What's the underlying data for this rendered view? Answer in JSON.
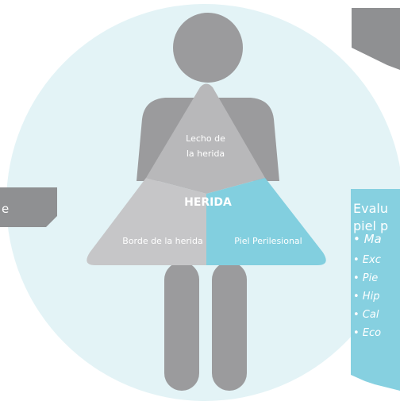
{
  "colors": {
    "background_circle": "#e3f3f6",
    "figure_gray": "#9b9b9d",
    "triangle_top": "#b8b8ba",
    "triangle_left": "#c6c6c8",
    "triangle_right": "#82cfdf",
    "callout_gray": "#8f9092",
    "callout_blue": "#86d0e0"
  },
  "diagram": {
    "lecho_line1": "Lecho de",
    "lecho_line2": "la herida",
    "center_label": "HERIDA",
    "borde_label": "Borde de la herida",
    "piel_label": "Piel Perilesional"
  },
  "callouts": {
    "left_partial_text": "e",
    "right_title_line1": "Evalu",
    "right_title_line2": "piel p",
    "right_items": [
      "• Ma",
      "• Exc",
      "• Pie",
      "• Hip",
      "• Cal",
      "• Eco"
    ]
  }
}
